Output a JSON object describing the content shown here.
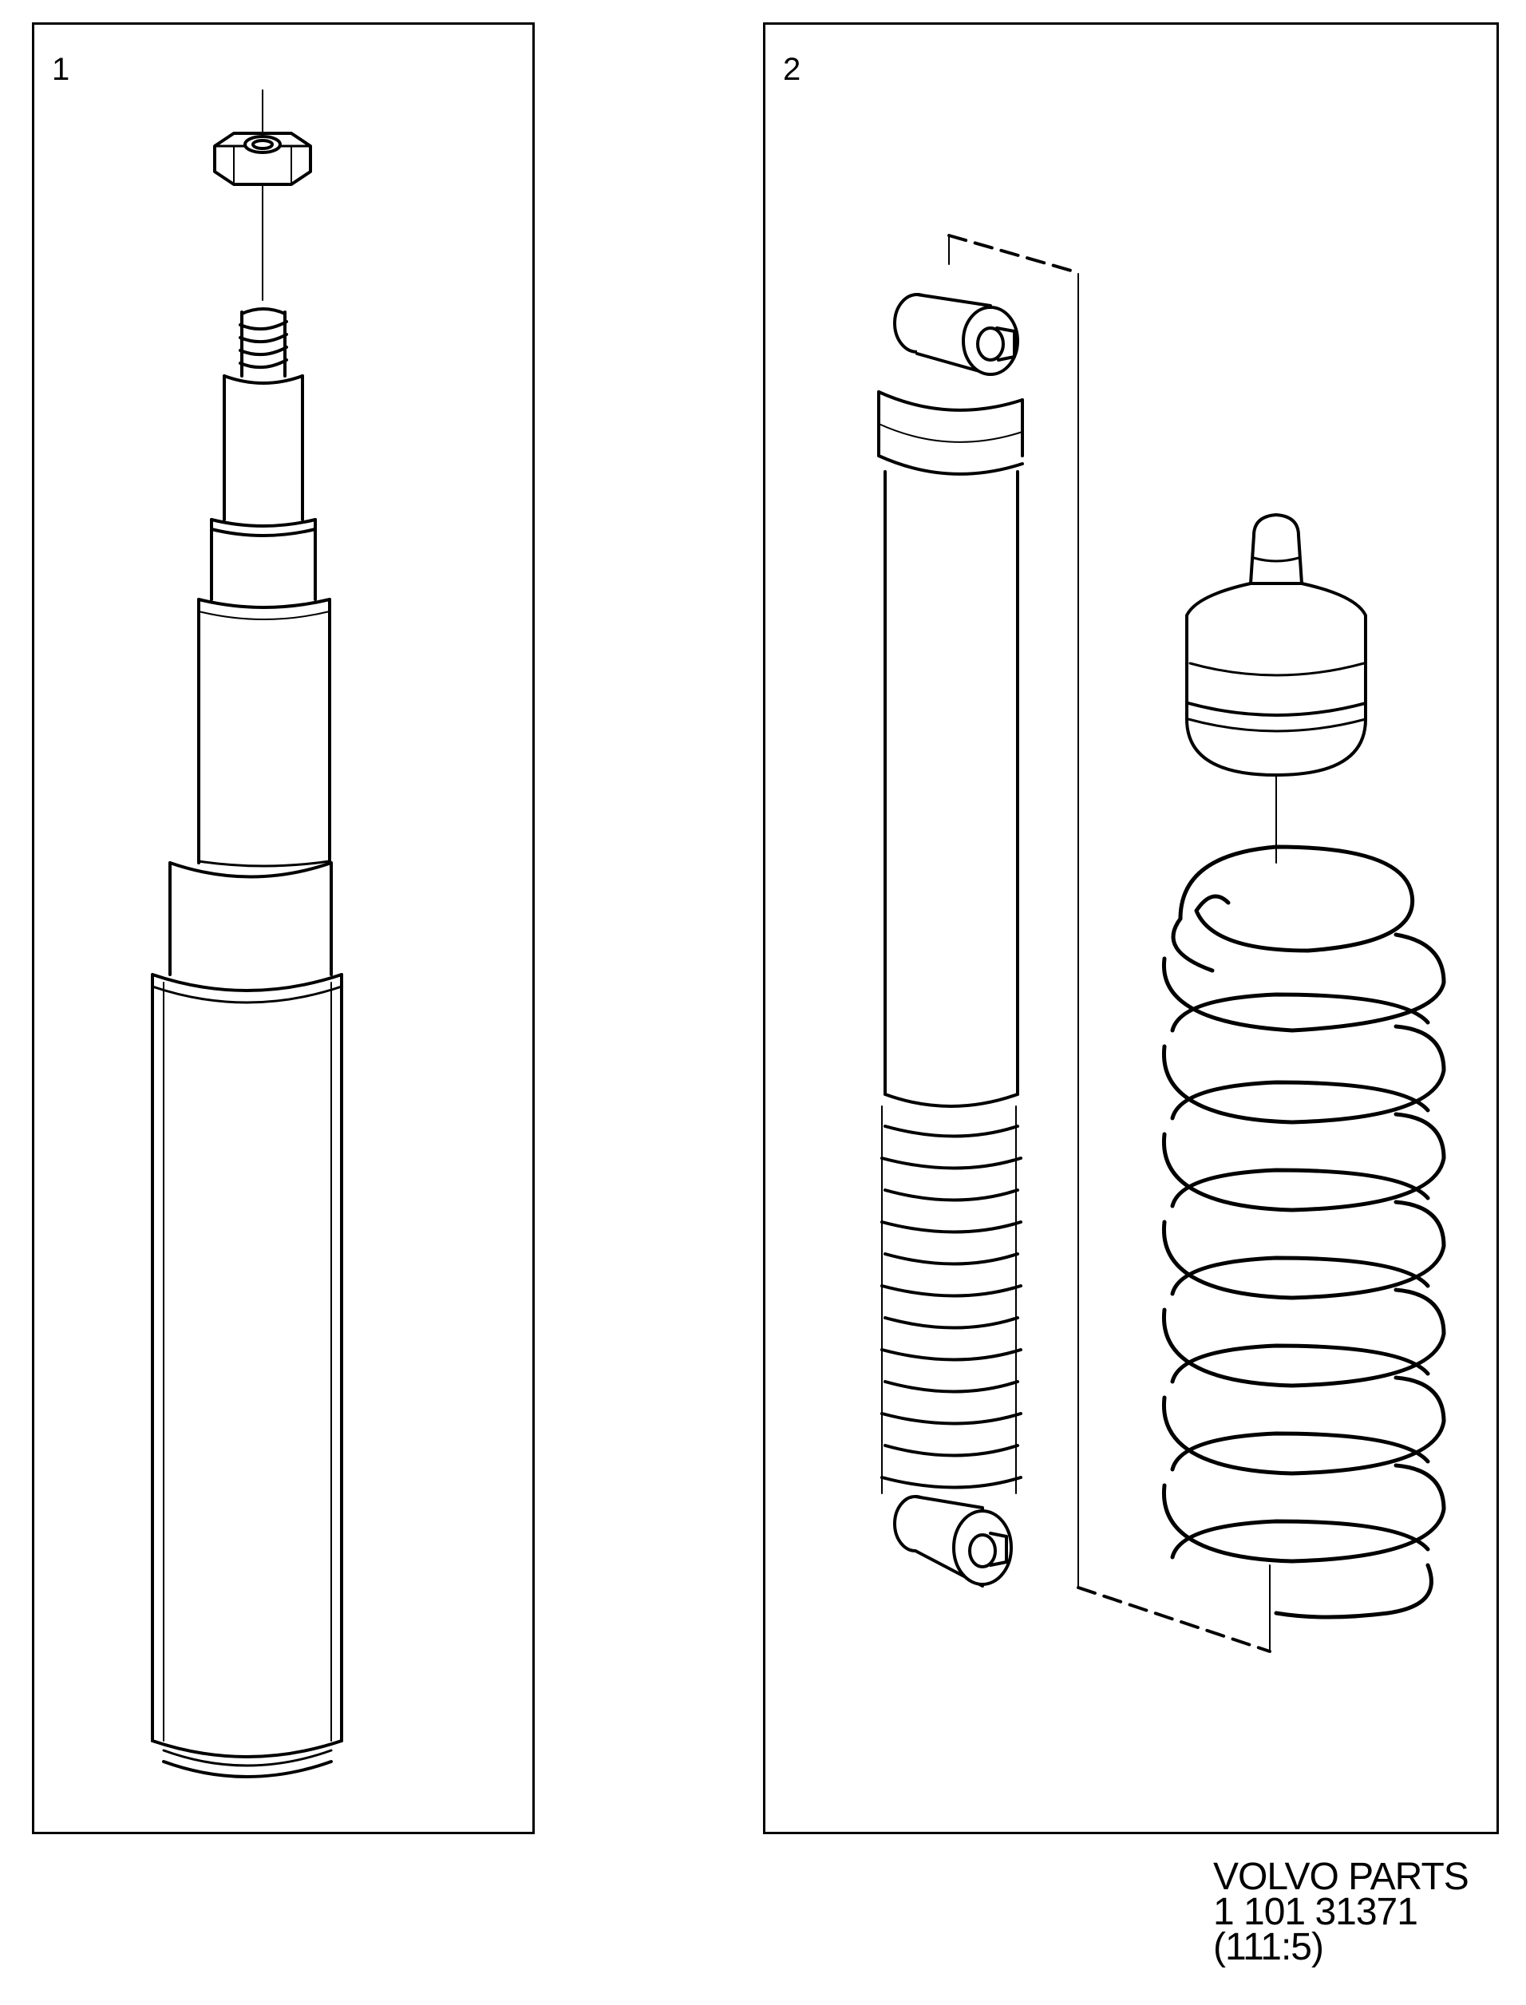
{
  "panels": [
    {
      "number": "1"
    },
    {
      "number": "2"
    }
  ],
  "caption": {
    "brand": "VOLVO PARTS",
    "part_number": "1 101 31371",
    "ref": "(111:5)"
  }
}
